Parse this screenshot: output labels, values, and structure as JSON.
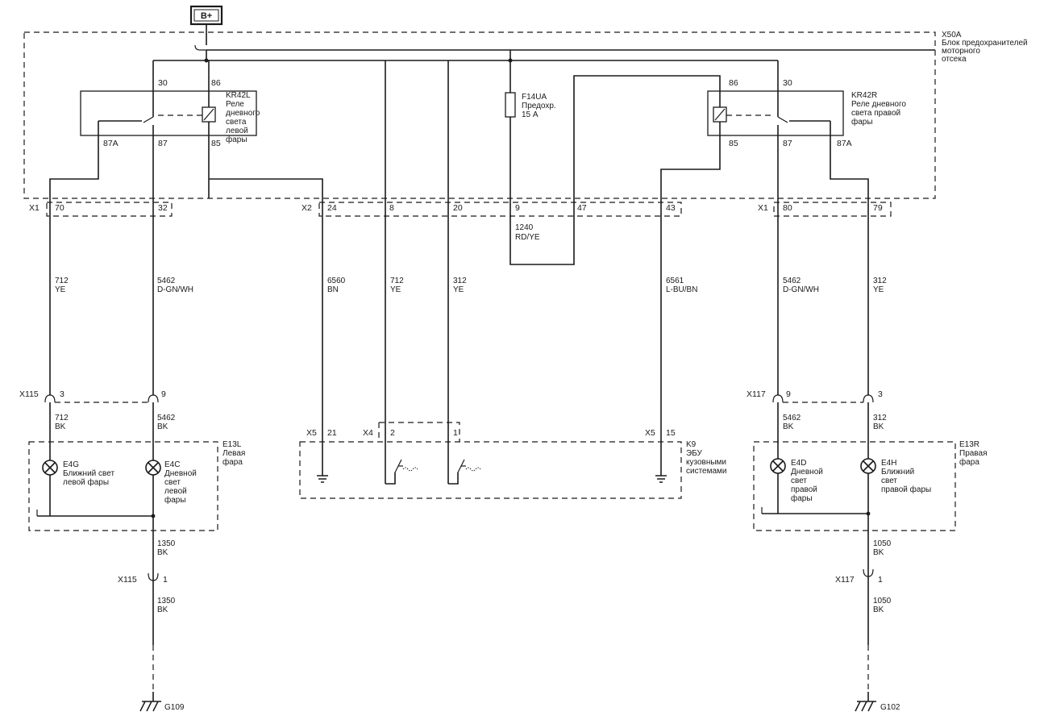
{
  "power": {
    "label": "B+"
  },
  "fuse_block": {
    "id": "X50A",
    "lines": [
      "Блок предохранителей",
      "моторного",
      "отсека"
    ]
  },
  "relay_left": {
    "id": "KR42L",
    "lines": [
      "Реле",
      "дневного",
      "света",
      "левой",
      "фары"
    ],
    "pins": [
      "30",
      "86",
      "87A",
      "87",
      "85"
    ]
  },
  "relay_right": {
    "id": "KR42R",
    "lines": [
      "Реле дневного",
      "света правой",
      "фары"
    ],
    "pins": [
      "86",
      "30",
      "85",
      "87",
      "87A"
    ]
  },
  "fuse": {
    "id": "F14UA",
    "lines": [
      "Предохр.",
      "15 А"
    ]
  },
  "connectors_top": {
    "x1_left": {
      "name": "X1",
      "pins": [
        "70",
        "32"
      ]
    },
    "x2": {
      "name": "X2",
      "pins": [
        "24",
        "8",
        "20",
        "9",
        "47",
        "43"
      ]
    },
    "x1_right": {
      "name": "X1",
      "pins": [
        "80",
        "79"
      ]
    }
  },
  "wires_upper": [
    {
      "num": "712",
      "color": "YE"
    },
    {
      "num": "5462",
      "color": "D-GN/WH"
    },
    {
      "num": "6560",
      "color": "BN"
    },
    {
      "num": "712",
      "color": "YE"
    },
    {
      "num": "312",
      "color": "YE"
    },
    {
      "num": "6561",
      "color": "L-BU/BN"
    },
    {
      "num": "5462",
      "color": "D-GN/WH"
    },
    {
      "num": "312",
      "color": "YE"
    }
  ],
  "wire_fuse_out": {
    "num": "1240",
    "color": "RD/YE"
  },
  "x115": {
    "name": "X115",
    "pins": [
      "3",
      "9"
    ],
    "ground_pin": "1"
  },
  "x117": {
    "name": "X117",
    "pins": [
      "9",
      "3"
    ],
    "ground_pin": "1"
  },
  "wires_lamp_left": [
    {
      "num": "712",
      "color": "BK"
    },
    {
      "num": "5462",
      "color": "BK"
    }
  ],
  "wires_lamp_right": [
    {
      "num": "5462",
      "color": "BK"
    },
    {
      "num": "312",
      "color": "BK"
    }
  ],
  "lamp_left": {
    "id": "E13L",
    "lines": [
      "Левая",
      "фара"
    ],
    "low_beam": {
      "id": "E4G",
      "lines": [
        "Ближний свет",
        "левой фары"
      ]
    },
    "drl": {
      "id": "E4C",
      "lines": [
        "Дневной",
        "свет",
        "левой",
        "фары"
      ]
    }
  },
  "lamp_right": {
    "id": "E13R",
    "lines": [
      "Правая",
      "фара"
    ],
    "drl": {
      "id": "E4D",
      "lines": [
        "Дневной",
        "свет",
        "правой",
        "фары"
      ]
    },
    "low_beam": {
      "id": "E4H",
      "lines": [
        "Ближний",
        "свет",
        "правой фары"
      ]
    }
  },
  "bcm": {
    "id": "K9",
    "lines": [
      "ЭБУ",
      "кузовными",
      "системами"
    ],
    "x5a": {
      "name": "X5",
      "pin": "21"
    },
    "x4": {
      "name": "X4",
      "pins": [
        "2",
        "1"
      ]
    },
    "x5b": {
      "name": "X5",
      "pin": "15"
    }
  },
  "ground_left": {
    "wire_a": {
      "num": "1350",
      "color": "BK"
    },
    "wire_b": {
      "num": "1350",
      "color": "BK"
    },
    "id": "G109"
  },
  "ground_right": {
    "wire_a": {
      "num": "1050",
      "color": "BK"
    },
    "wire_b": {
      "num": "1050",
      "color": "BK"
    },
    "id": "G102"
  }
}
